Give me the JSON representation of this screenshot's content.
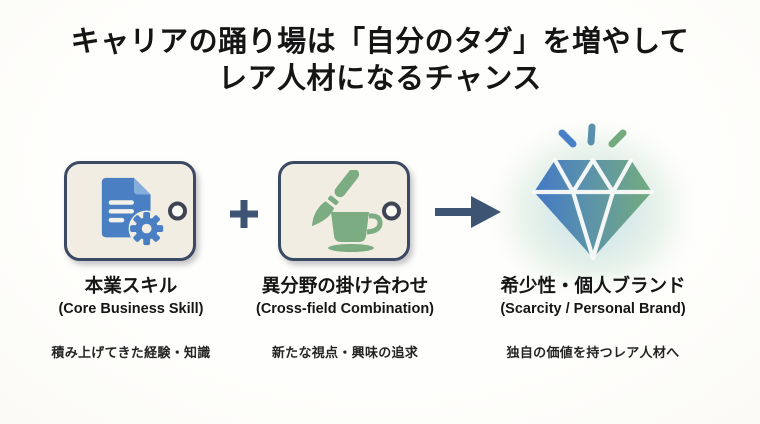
{
  "title": {
    "line1": "キャリアの踊り場は「自分のタグ」を増やして",
    "line2": "レア人材になるチャンス"
  },
  "columns": [
    {
      "icon": "document-gear-icon",
      "label_jp": "本業スキル",
      "label_en": "(Core Business Skill)",
      "description": "積み上げてきた経験・知識"
    },
    {
      "icon": "paintbrush-cup-icon",
      "label_jp": "異分野の掛け合わせ",
      "label_en": "(Cross-field Combination)",
      "description": "新たな視点・興味の追求"
    },
    {
      "icon": "diamond-icon",
      "label_jp": "希少性・個人ブランド",
      "label_en": "(Scarcity / Personal Brand)",
      "description": "独自の価値を持つレア人材へ"
    }
  ],
  "operators": {
    "plus": "+",
    "arrow": "→"
  },
  "colors": {
    "background": "#fdfdfb",
    "card_background": "#f1ede2",
    "card_border": "#3b4a63",
    "accent_blue": "#4a7fc4",
    "accent_blue_light": "#85aedd",
    "accent_green": "#7cac82",
    "operator_navy": "#3d5573",
    "diamond_gradient_start": "#4278c6",
    "diamond_gradient_end": "#74ac7e",
    "text": "#151515"
  }
}
